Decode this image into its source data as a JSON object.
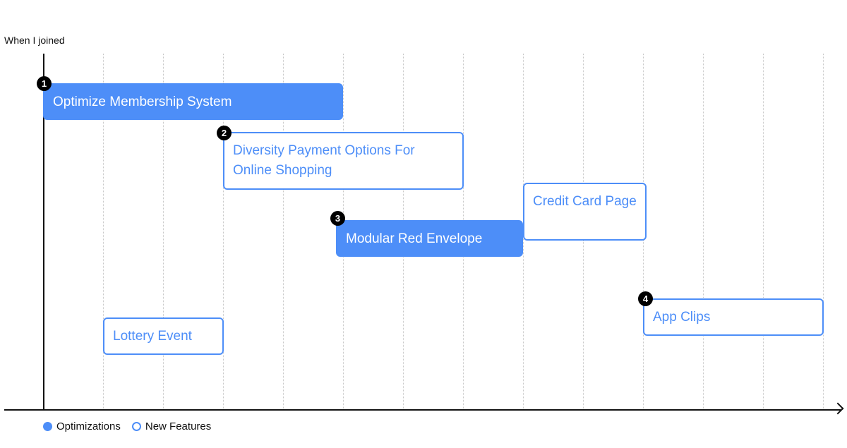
{
  "y_axis_label": "When I joined",
  "colors": {
    "accent": "#4d8ef8",
    "axis": "#111111",
    "badge": "#000000",
    "grid": "#c8c8c8"
  },
  "tasks": [
    {
      "label": "Optimize Membership System",
      "type": "optimization",
      "badge": "1"
    },
    {
      "label": "Diversity Payment Options For Online Shopping",
      "type": "new-feature",
      "badge": "2"
    },
    {
      "label": "Modular Red Envelope",
      "type": "optimization",
      "badge": "3"
    },
    {
      "label": "Credit Card Page",
      "type": "new-feature",
      "badge": ""
    },
    {
      "label": "Lottery Event",
      "type": "new-feature",
      "badge": ""
    },
    {
      "label": "App Clips",
      "type": "new-feature",
      "badge": "4"
    }
  ],
  "legend": [
    {
      "label": "Optimizations",
      "style": "filled"
    },
    {
      "label": "New Features",
      "style": "hollow"
    }
  ]
}
